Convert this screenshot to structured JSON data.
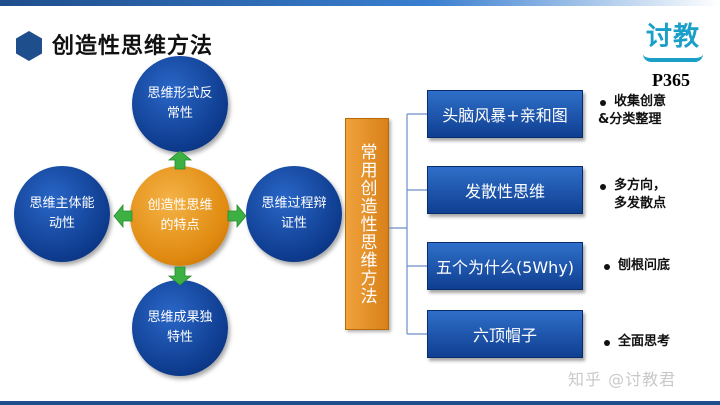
{
  "title": "创造性思维方法",
  "logo": {
    "text": "讨教"
  },
  "page_code": "P365",
  "features": {
    "center": "创造性思维的特点",
    "top": "思维形式反常性",
    "left": "思维主体能动性",
    "right": "思维过程辩证性",
    "bottom": "思维成果独特性"
  },
  "methods_title": "常用创造性思维方法",
  "methods": [
    {
      "label": "头脑风暴+亲和图",
      "desc_line1": "收集创意",
      "desc_line2": "&分类整理"
    },
    {
      "label": "发散性思维",
      "desc_line1": "多方向，",
      "desc_line2": "多发散点"
    },
    {
      "label": "五个为什么(5Why)",
      "desc_line1": "刨根问底",
      "desc_line2": ""
    },
    {
      "label": "六顶帽子",
      "desc_line1": "全面思考",
      "desc_line2": ""
    }
  ],
  "watermark": "知乎 @讨教君",
  "colors": {
    "primary_blue": "#0f3f91",
    "accent_orange": "#e08a10",
    "arrow_green": "#3cb043",
    "logo_cyan": "#1aa0c8"
  }
}
